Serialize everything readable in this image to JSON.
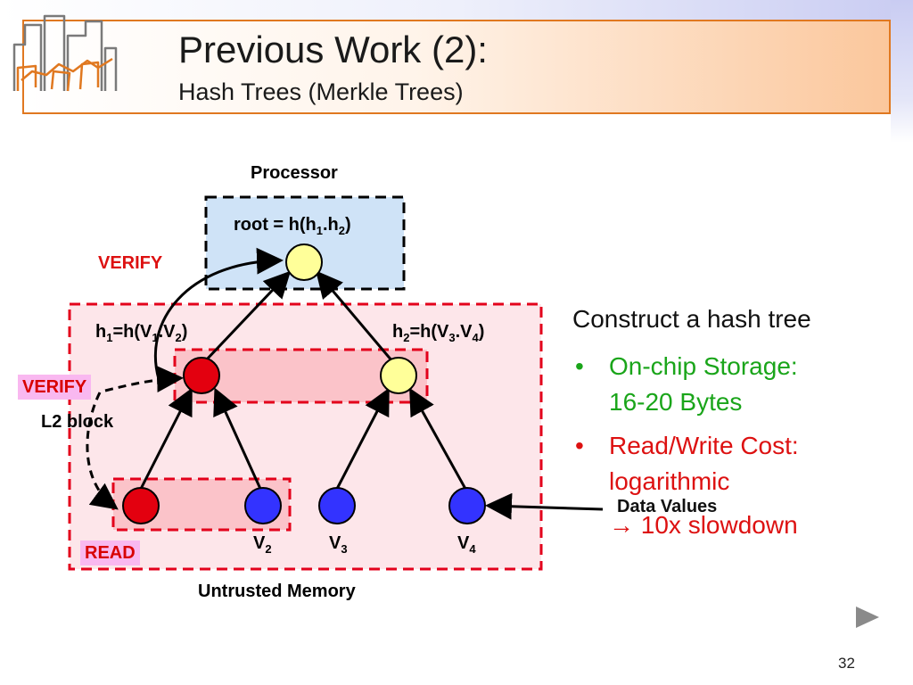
{
  "slide": {
    "title": "Previous Work (2):",
    "subtitle": "Hash Trees (Merkle Trees)",
    "page_number": "32"
  },
  "diagram": {
    "processor_label": "Processor",
    "root_label": {
      "base": "root = h(h",
      "s1": "1",
      "mid": ".h",
      "s2": "2",
      "end": ")"
    },
    "untrusted_label": "Untrusted Memory",
    "h1_label": {
      "a": "h",
      "s1": "1",
      "b": "=h(V",
      "s2": "1",
      "c": ".V",
      "s3": "2",
      "d": ")"
    },
    "h2_label": {
      "a": "h",
      "s1": "2",
      "b": "=h(V",
      "s2": "3",
      "c": ".V",
      "s3": "4",
      "d": ")"
    },
    "l2_block_label": "L2 block",
    "data_values_label": "Data Values",
    "verify_top": "VERIFY",
    "verify_mid": "VERIFY",
    "read_tag": "READ",
    "v2": {
      "base": "V",
      "sub": "2"
    },
    "v3": {
      "base": "V",
      "sub": "3"
    },
    "v4": {
      "base": "V",
      "sub": "4"
    },
    "colors": {
      "red_node": "#e3000f",
      "yellow_node": "#ffff99",
      "blue_node": "#3333ff",
      "processor_fill": "#cfe3f7",
      "untrusted_fill": "#fde6ea",
      "dashed_red": "#e3001b",
      "block_fill": "#fbc3c9"
    }
  },
  "bullets": {
    "heading": "Construct a hash tree",
    "items": [
      {
        "lines": [
          "On-chip Storage:",
          "16-20 Bytes"
        ],
        "color": "green"
      },
      {
        "lines": [
          "Read/Write Cost:",
          "logarithmic"
        ],
        "color": "red"
      }
    ],
    "slowdown": "10x slowdown",
    "arrow_glyph": "→"
  }
}
